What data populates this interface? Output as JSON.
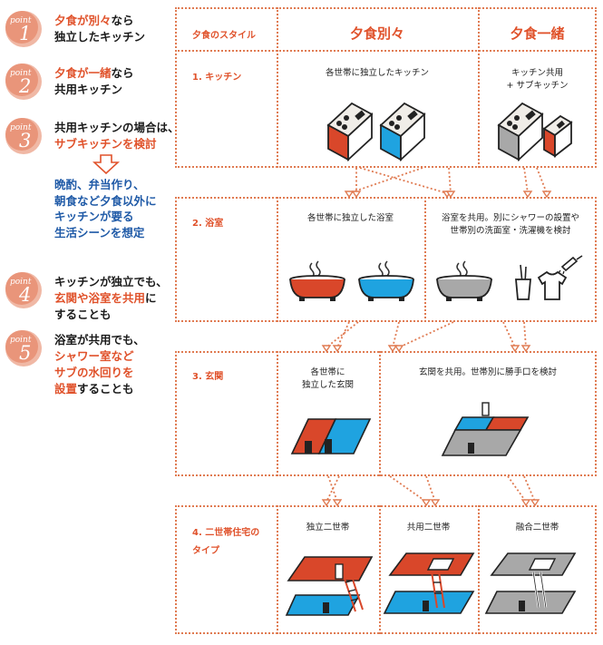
{
  "points": [
    {
      "badge": "point",
      "num": "1",
      "lines": [
        [
          {
            "t": "夕食が別々",
            "hl": true
          },
          {
            "t": "なら",
            "hl": false
          }
        ],
        [
          {
            "t": "独立したキッチン",
            "hl": false
          }
        ]
      ]
    },
    {
      "badge": "point",
      "num": "2",
      "lines": [
        [
          {
            "t": "夕食が一緒",
            "hl": true
          },
          {
            "t": "なら",
            "hl": false
          }
        ],
        [
          {
            "t": "共用キッチン",
            "hl": false
          }
        ]
      ]
    },
    {
      "badge": "point",
      "num": "3",
      "lines": [
        [
          {
            "t": "共用キッチンの場合は、",
            "hl": false
          }
        ],
        [
          {
            "t": "サブキッチンを検討",
            "hl": true
          }
        ]
      ]
    },
    {
      "badge": "point",
      "num": "4",
      "lines": [
        [
          {
            "t": "キッチンが独立でも、",
            "hl": false
          }
        ],
        [
          {
            "t": "玄関や浴室を共用",
            "hl": true
          },
          {
            "t": "に",
            "hl": false
          }
        ],
        [
          {
            "t": "することも",
            "hl": false
          }
        ]
      ]
    },
    {
      "badge": "point",
      "num": "5",
      "lines": [
        [
          {
            "t": "浴室が共用でも、",
            "hl": false
          }
        ],
        [
          {
            "t": "シャワー室など",
            "hl": true
          }
        ],
        [
          {
            "t": "サブの水回りを",
            "hl": true
          }
        ],
        [
          {
            "t": "設置",
            "hl": true
          },
          {
            "t": "することも",
            "hl": false
          }
        ]
      ]
    }
  ],
  "scene_lines": [
    "晩酌、弁当作り、",
    "朝食など夕食以外に",
    "キッチンが要る",
    "生活シーンを想定"
  ],
  "header": {
    "label": "夕食のスタイル",
    "col_separate": "夕食別々",
    "col_together": "夕食一緒"
  },
  "rows": {
    "kitchen": {
      "label": "1. キッチン",
      "cap_separate": "各世帯に独立したキッチン",
      "cap_together": [
        "キッチン共用",
        "+ サブキッチン"
      ]
    },
    "bath": {
      "label": "2. 浴室",
      "cap_separate": "各世帯に独立した浴室",
      "cap_shared": [
        "浴室を共用。別にシャワーの設置や",
        "世帯別の洗面室・洗濯機を検討"
      ]
    },
    "entrance": {
      "label": "3. 玄関",
      "cap_separate": [
        "各世帯に",
        "独立した玄関"
      ],
      "cap_shared": "玄関を共用。世帯別に勝手口を検討"
    },
    "type": {
      "label_lines": [
        "4. 二世帯住宅の",
        "タイプ"
      ],
      "types": [
        "独立二世帯",
        "共用二世帯",
        "融合二世帯"
      ]
    }
  },
  "colors": {
    "accent": "#e0522b",
    "red": "#d9472a",
    "blue": "#1fa3e0",
    "gray": "#a8a8a8",
    "navy": "#1f5aa7",
    "dotted": "#e07b52"
  }
}
